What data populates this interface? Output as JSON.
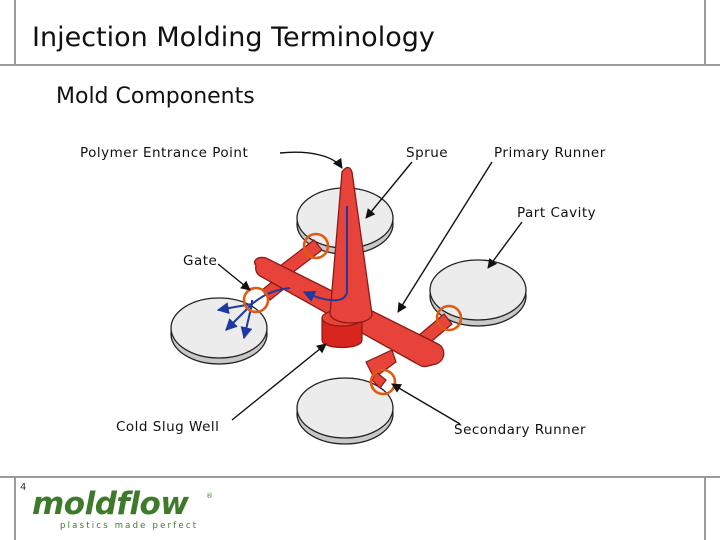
{
  "slide": {
    "title": "Injection Molding Terminology",
    "subtitle": "Mold Components",
    "page_number": "4"
  },
  "labels": {
    "polymer_entrance_point": "Polymer Entrance Point",
    "sprue": "Sprue",
    "primary_runner": "Primary Runner",
    "part_cavity": "Part Cavity",
    "gate": "Gate",
    "cold_slug_well": "Cold Slug Well",
    "secondary_runner": "Secondary Runner"
  },
  "logo": {
    "brand": "moldflow",
    "tagline": "plastics made perfect",
    "mark": "®"
  },
  "colors": {
    "runner_fill": "#e8433a",
    "runner_stroke": "#8b1a14",
    "gate_ring": "#e05a10",
    "flow_arrow": "#1f3a9e",
    "logo_green": "#3d7a2a",
    "frame": "#9a9a9a"
  }
}
